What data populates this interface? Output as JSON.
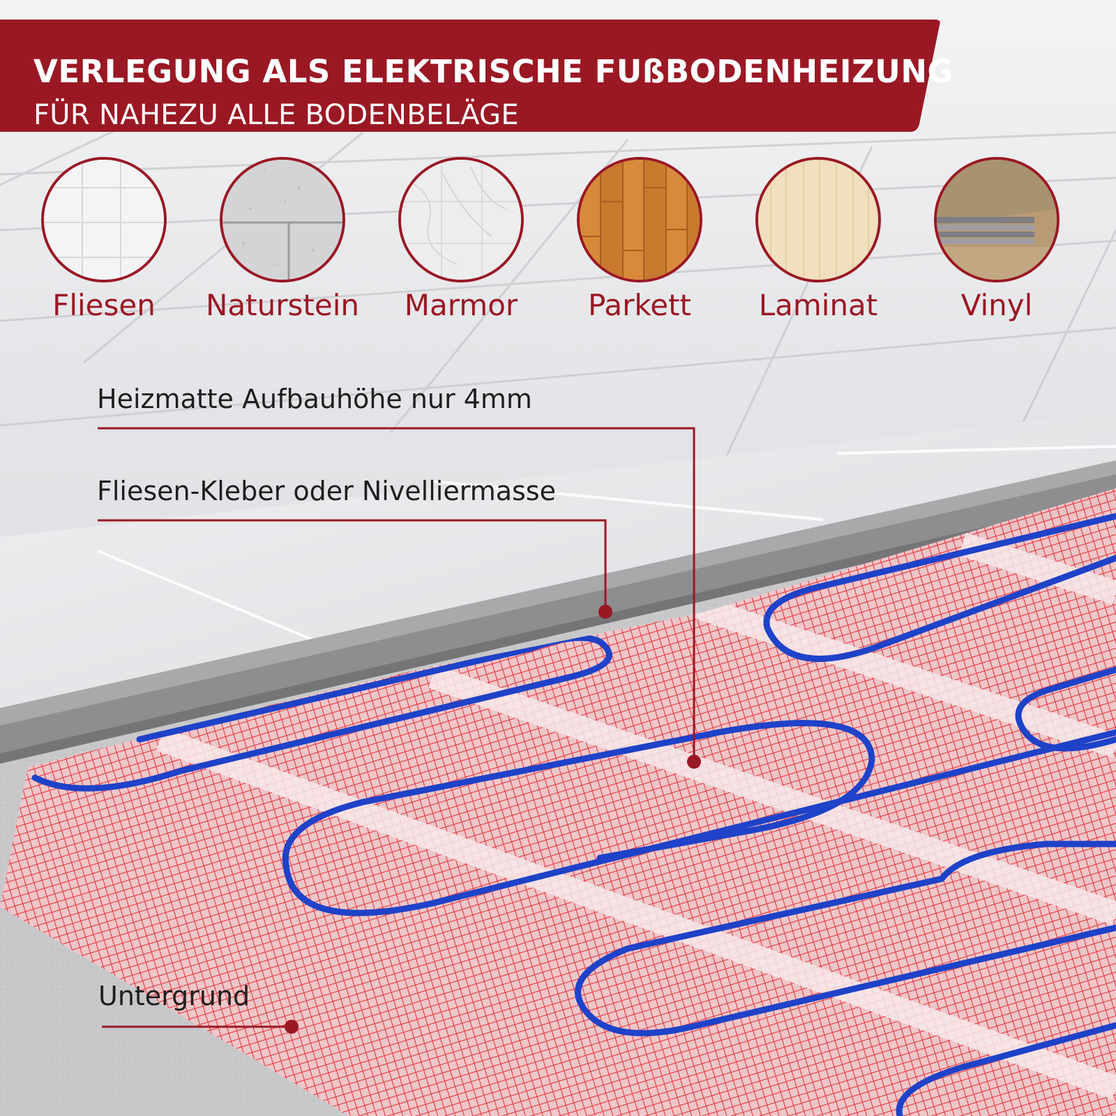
{
  "banner": {
    "title": "VERLEGUNG ALS ELEKTRISCHE FUßBODENHEIZUNG",
    "subtitle": "FÜR NAHEZU ALLE BODENBELÄGE"
  },
  "materials": [
    {
      "label": "Fliesen",
      "icon": "tile-swatch-icon"
    },
    {
      "label": "Naturstein",
      "icon": "stone-swatch-icon"
    },
    {
      "label": "Marmor",
      "icon": "marble-swatch-icon"
    },
    {
      "label": "Parkett",
      "icon": "parquet-swatch-icon"
    },
    {
      "label": "Laminat",
      "icon": "laminate-swatch-icon"
    },
    {
      "label": "Vinyl",
      "icon": "vinyl-swatch-icon"
    }
  ],
  "callouts": {
    "heating_mat": "Heizmatte Aufbauhöhe nur 4mm",
    "adhesive": "Fliesen-Kleber oder Nivelliermasse",
    "subfloor": "Untergrund"
  },
  "colors": {
    "brand": "#9a1824",
    "mesh": "#e8303a",
    "cable": "#1e42c8",
    "text": "#1e1e1e"
  }
}
